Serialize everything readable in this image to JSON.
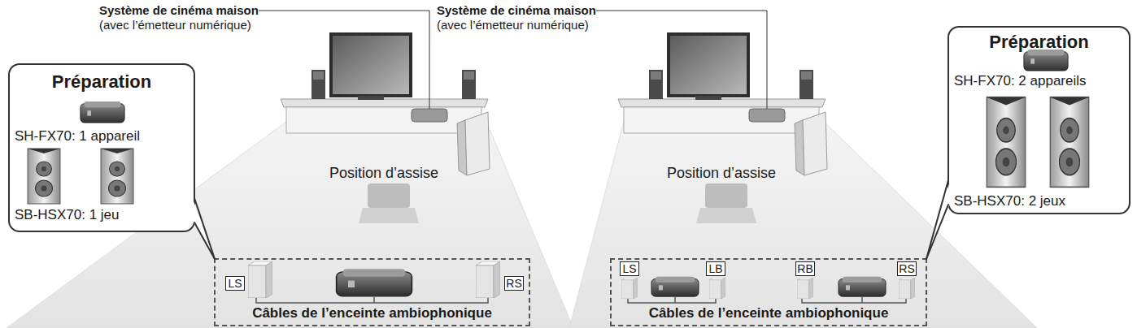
{
  "diagram": {
    "nodes": [
      {
        "text": [
          "Préparation",
          "SH-FX70: 1 appareil",
          "SB-HSX70: 1 jeu"
        ]
      },
      {
        "text": [
          "Câbles de l’enceinte ambiophonique"
        ]
      },
      {
        "text": [
          "LS"
        ],
        "in": 1
      },
      {
        "text": [
          "RS"
        ],
        "in": 1
      },
      {
        "text": [
          "Câbles de l’enceinte ambiophonique"
        ]
      },
      {
        "text": [
          "LS"
        ],
        "in": 4
      },
      {
        "text": [
          "LB"
        ],
        "in": 4
      },
      {
        "text": [
          "RB"
        ],
        "in": 4
      },
      {
        "text": [
          "RS"
        ],
        "in": 4
      },
      {
        "text": [
          "Préparation",
          "SH-FX70: 2 appareils",
          "SB-HSX70: 2 jeux"
        ]
      }
    ],
    "edges": [
      {
        "from": 0,
        "to": 1,
        "arrow": "none"
      },
      {
        "from": 9,
        "to": 4,
        "arrow": "none"
      }
    ],
    "labels": [
      "Système de cinéma maison",
      "(avec l’émetteur numérique)",
      "Position d’assise",
      "Système de cinéma maison",
      "(avec l’émetteur numérique)",
      "Position d’assise"
    ]
  }
}
